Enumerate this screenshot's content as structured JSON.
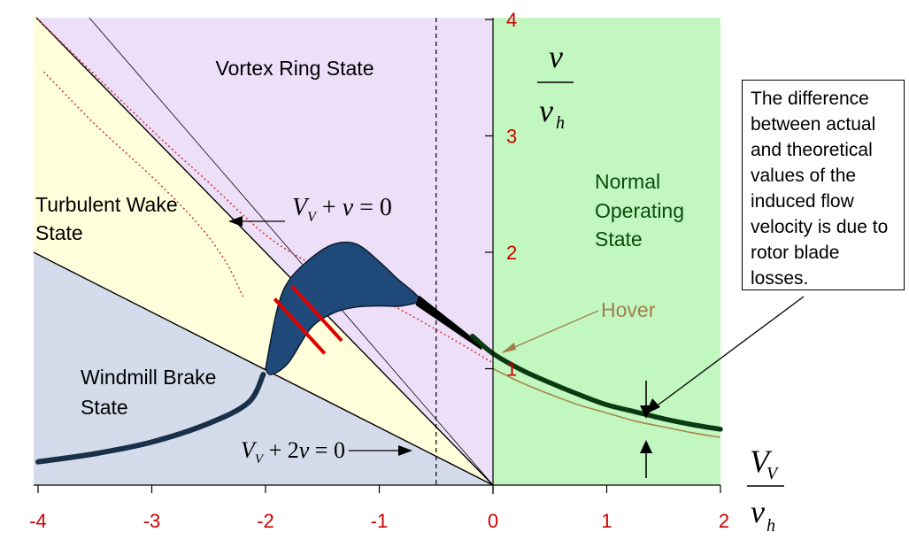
{
  "chart_data": {
    "type": "line",
    "xlim": [
      -4,
      2
    ],
    "ylim": [
      0,
      4
    ],
    "x_ticks": [
      "-4",
      "-3",
      "-2",
      "-1",
      "0",
      "1",
      "2"
    ],
    "y_ticks": [
      "1",
      "2",
      "3",
      "4"
    ],
    "xlabel": {
      "num": "V",
      "num_sub": "V",
      "den": "v",
      "den_sub": "h"
    },
    "ylabel": {
      "num": "v",
      "den": "v",
      "den_sub": "h"
    },
    "regions": {
      "vortex_ring": "Vortex Ring State",
      "turbulent_wake": "Turbulent Wake State",
      "windmill_brake": "Windmill Brake State",
      "normal_operating": "Normal Operating State"
    },
    "region_colors": {
      "vortex_ring": "#eedff9",
      "turbulent_wake": "#ffffdc",
      "windmill_brake": "#d4dcec",
      "normal_operating": "#c2f7c0"
    },
    "line_annotations": {
      "vv_plus_v": "V_V + v = 0",
      "vv_plus_2v": "V_V + 2v = 0"
    },
    "hover_label": "Hover",
    "hover_point": [
      0,
      1
    ],
    "dashed_vertical_x": -0.5,
    "series": {
      "actual_left": [
        [
          -4.0,
          0.2
        ],
        [
          -3.5,
          0.27
        ],
        [
          -3.0,
          0.37
        ],
        [
          -2.5,
          0.53
        ],
        [
          -2.15,
          0.71
        ],
        [
          -2.02,
          0.95
        ]
      ],
      "actual_right": [
        [
          -0.18,
          1.28
        ],
        [
          0.0,
          1.13
        ],
        [
          0.25,
          0.99
        ],
        [
          0.5,
          0.88
        ],
        [
          0.75,
          0.78
        ],
        [
          1.0,
          0.69
        ],
        [
          1.25,
          0.63
        ],
        [
          1.5,
          0.57
        ],
        [
          1.75,
          0.52
        ],
        [
          2.0,
          0.48
        ]
      ],
      "actual_transition": [
        [
          -0.65,
          1.6
        ],
        [
          -0.5,
          1.48
        ],
        [
          -0.3,
          1.32
        ],
        [
          -0.1,
          1.19
        ]
      ],
      "theoretical_hover": [
        [
          0.0,
          1.0
        ],
        [
          0.25,
          0.88
        ],
        [
          0.5,
          0.78
        ],
        [
          0.75,
          0.69
        ],
        [
          1.0,
          0.62
        ],
        [
          1.25,
          0.55
        ],
        [
          1.5,
          0.5
        ],
        [
          1.75,
          0.45
        ],
        [
          2.0,
          0.41
        ]
      ],
      "dotted_upper": [
        [
          -4.0,
          4.0
        ],
        [
          -3.0,
          3.05
        ],
        [
          -2.5,
          2.6
        ],
        [
          -2.0,
          2.15
        ],
        [
          -1.6,
          1.9
        ],
        [
          -1.2,
          1.7
        ],
        [
          -0.8,
          1.5
        ],
        [
          -0.4,
          1.28
        ],
        [
          0.0,
          1.05
        ]
      ],
      "dotted_lower": [
        [
          -3.95,
          3.55
        ],
        [
          -3.5,
          3.1
        ],
        [
          -3.0,
          2.65
        ],
        [
          -2.6,
          2.25
        ],
        [
          -2.35,
          1.92
        ],
        [
          -2.2,
          1.62
        ]
      ],
      "vortex_blob_upper": [
        [
          -2.0,
          1.0
        ],
        [
          -1.9,
          1.5
        ],
        [
          -1.8,
          1.75
        ],
        [
          -1.6,
          1.95
        ],
        [
          -1.4,
          2.07
        ],
        [
          -1.2,
          2.07
        ],
        [
          -1.0,
          1.92
        ],
        [
          -0.85,
          1.78
        ],
        [
          -0.65,
          1.6
        ]
      ],
      "vortex_blob_lower": [
        [
          -0.65,
          1.6
        ],
        [
          -0.8,
          1.54
        ],
        [
          -1.0,
          1.54
        ],
        [
          -1.2,
          1.53
        ],
        [
          -1.4,
          1.48
        ],
        [
          -1.6,
          1.35
        ],
        [
          -1.8,
          1.05
        ],
        [
          -1.95,
          0.95
        ],
        [
          -2.0,
          1.0
        ]
      ]
    },
    "colors": {
      "actual_curve": "#1a3048",
      "vortex_blob": "#1f4978",
      "normal_curve": "#0a3a12",
      "theoretical_curve": "#a6884a",
      "dotted_red": "#d23c3c",
      "cross_marks": "#e00000",
      "tick_labels": "#cc0000",
      "normal_text": "#0a4d0a",
      "hover_text": "#a27e4d"
    }
  },
  "callout": {
    "text": "The difference between actual and theoretical values of the induced flow velocity is due to rotor blade losses."
  }
}
